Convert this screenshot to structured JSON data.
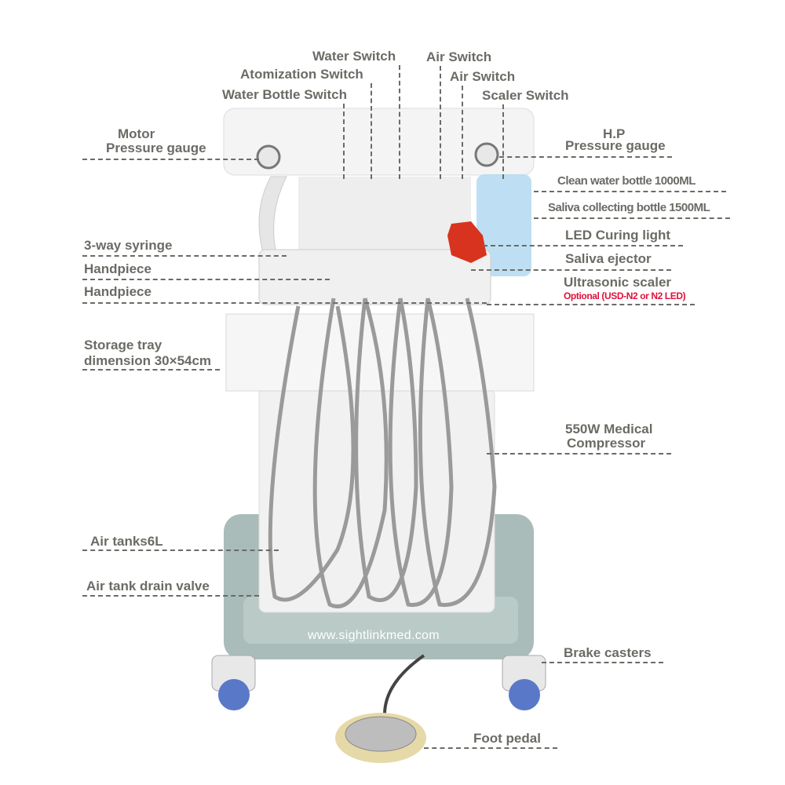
{
  "top_labels": {
    "water_switch": "Water Switch",
    "atomization_switch": "Atomization Switch",
    "water_bottle_switch": "Water Bottle Switch",
    "air_switch_1": "Air Switch",
    "air_switch_2": "Air Switch",
    "scaler_switch": "Scaler Switch"
  },
  "left_labels": {
    "motor": "Motor",
    "motor_pressure_gauge": "Pressure gauge",
    "three_way_syringe": "3-way syringe",
    "handpiece_1": "Handpiece",
    "handpiece_2": "Handpiece",
    "storage_tray": "Storage tray",
    "storage_tray_dimension": "dimension 30×54cm",
    "air_tanks": "Air tanks6L",
    "air_tank_drain_valve": "Air tank drain valve"
  },
  "right_labels": {
    "hp": "H.P",
    "hp_pressure_gauge": "Pressure gauge",
    "clean_water_bottle": "Clean water bottle 1000ML",
    "saliva_bottle": "Saliva collecting bottle 1500ML",
    "led_curing_light": "LED Curing light",
    "saliva_ejector": "Saliva ejector",
    "ultrasonic_scaler": "Ultrasonic scaler",
    "ultrasonic_optional": "Optional (USD-N2 or N2 LED)",
    "compressor_1": "550W Medical",
    "compressor_2": "Compressor",
    "brake_casters": "Brake casters",
    "foot_pedal": "Foot pedal"
  },
  "watermark": "www.sightlinkmed.com",
  "colors": {
    "label": "#6b6b66",
    "optional": "#e0103a",
    "base": "#9fb5b2",
    "bottle": "#a9d3ee",
    "curing_light": "#d8331e"
  }
}
